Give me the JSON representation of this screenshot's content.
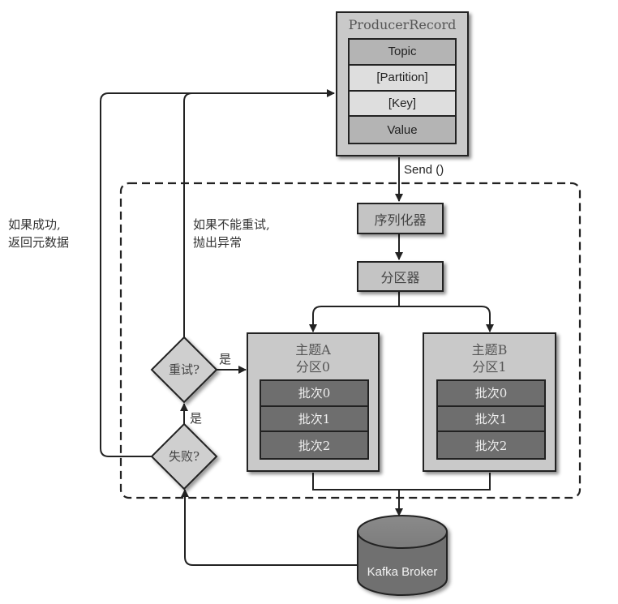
{
  "producer_record": {
    "title": "ProducerRecord",
    "fields": [
      {
        "label": "Topic",
        "shade": "dark"
      },
      {
        "label": "[Partition]",
        "shade": "light"
      },
      {
        "label": "[Key]",
        "shade": "light"
      },
      {
        "label": "Value",
        "shade": "dark"
      }
    ]
  },
  "send_label": "Send ()",
  "serializer_label": "序列化器",
  "partitioner_label": "分区器",
  "partitions": [
    {
      "topic": "主题A",
      "partition": "分区0",
      "batches": [
        "批次0",
        "批次1",
        "批次2"
      ]
    },
    {
      "topic": "主题B",
      "partition": "分区1",
      "batches": [
        "批次0",
        "批次1",
        "批次2"
      ]
    }
  ],
  "decisions": {
    "retry": "重试?",
    "failed": "失败?",
    "yes_retry": "是",
    "yes_failed": "是"
  },
  "annotations": {
    "success_line1": "如果成功,",
    "success_line2": "返回元数据",
    "noretry_line1": "如果不能重试,",
    "noretry_line2": "抛出异常"
  },
  "broker_label": "Kafka Broker",
  "colors": {
    "line": "#222222",
    "box_fill": "#c9c9c9",
    "batch_fill": "#6e6e6e",
    "broker_fill": "#7a7a7a"
  }
}
